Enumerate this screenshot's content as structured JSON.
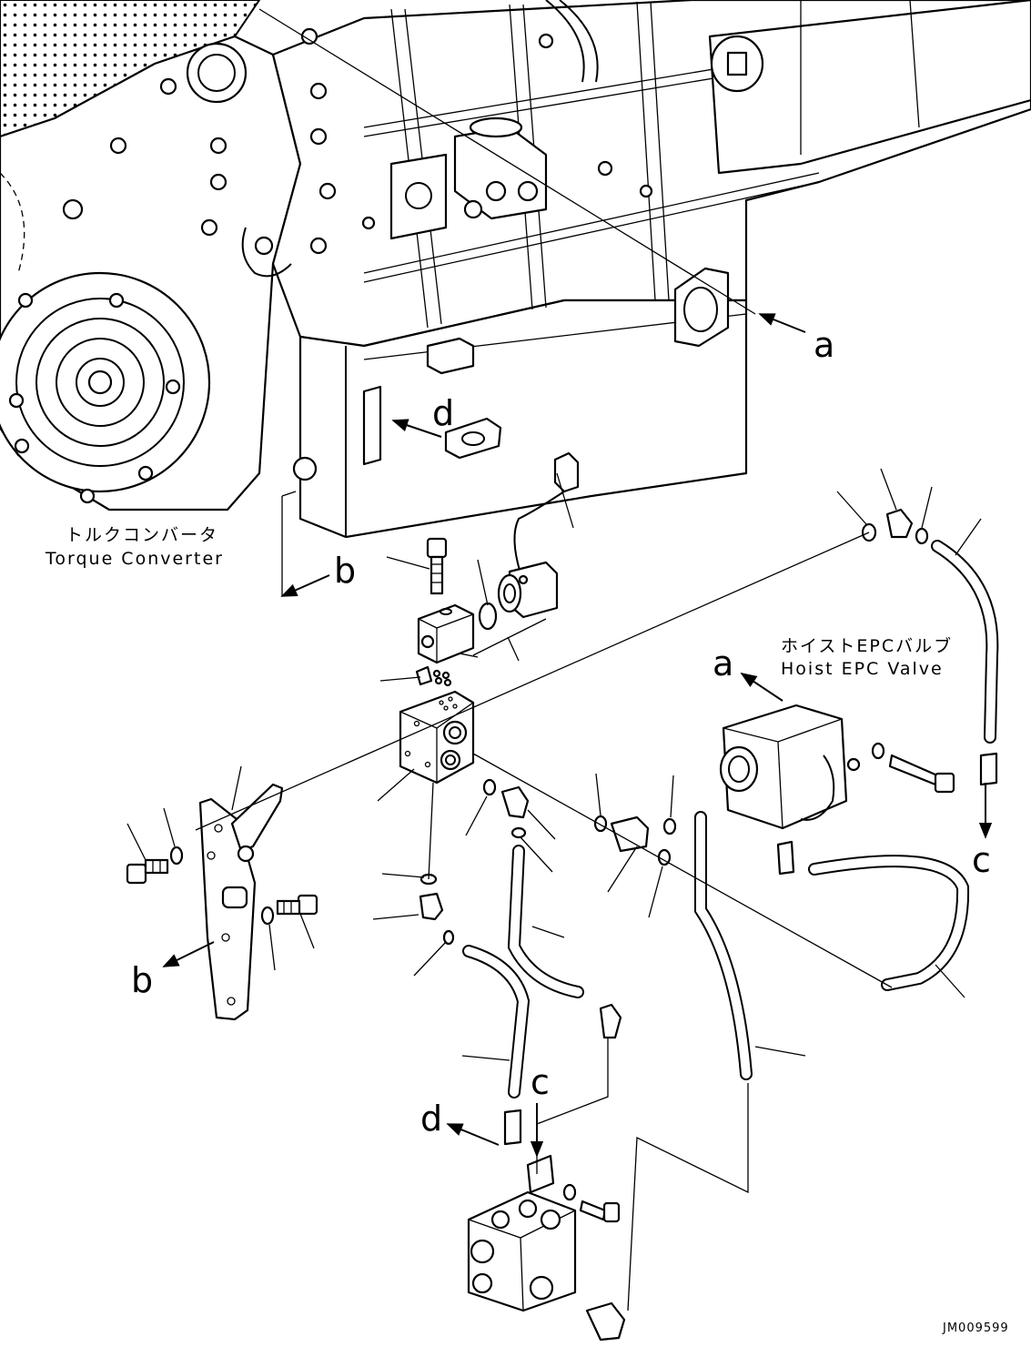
{
  "labels": {
    "a_engine": "a",
    "a_valve": "a",
    "b_upper": "b",
    "b_lower": "b",
    "c_right": "c",
    "c_lower": "c",
    "d_upper": "d",
    "d_lower": "d"
  },
  "torque_converter": {
    "japanese": "トルクコンバータ",
    "english": "Torque Converter"
  },
  "hoist_epc_valve": {
    "japanese": "ホイストEPCバルブ",
    "english": "Hoist EPC Valve"
  },
  "drawing_code": "JM009599"
}
